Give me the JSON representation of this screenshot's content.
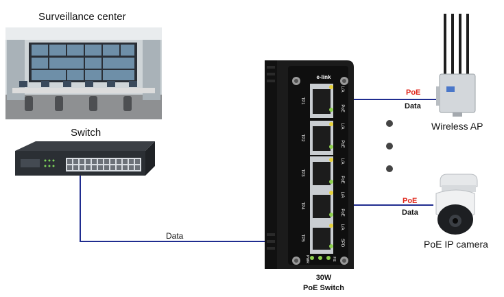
{
  "labels": {
    "surveillance_center": "Surveillance center",
    "switch": "Switch",
    "wireless_ap": "Wireless AP",
    "poe_ip_camera": "PoE IP camera",
    "poe_switch_line1": "30W",
    "poe_switch_line2": "PoE Switch",
    "data_bottom": "Data",
    "poe_ap": "PoE",
    "data_ap": "Data",
    "poe_camera": "PoE",
    "data_camera": "Data"
  },
  "device": {
    "brand": "e-link",
    "ports": [
      "TP1",
      "TP2",
      "TP3",
      "TP4",
      "TP5"
    ],
    "side_labels": [
      "L/A",
      "PoE",
      "L/A",
      "PoE",
      "L/A",
      "PoE",
      "L/A",
      "PoE",
      "L/A",
      "SPD"
    ],
    "bottom_leds": [
      "PWR",
      "",
      "F.E"
    ]
  },
  "colors": {
    "link_line": "#1f2c8f",
    "poe_text": "#e0261b",
    "device_body": "#1b1b1b"
  }
}
